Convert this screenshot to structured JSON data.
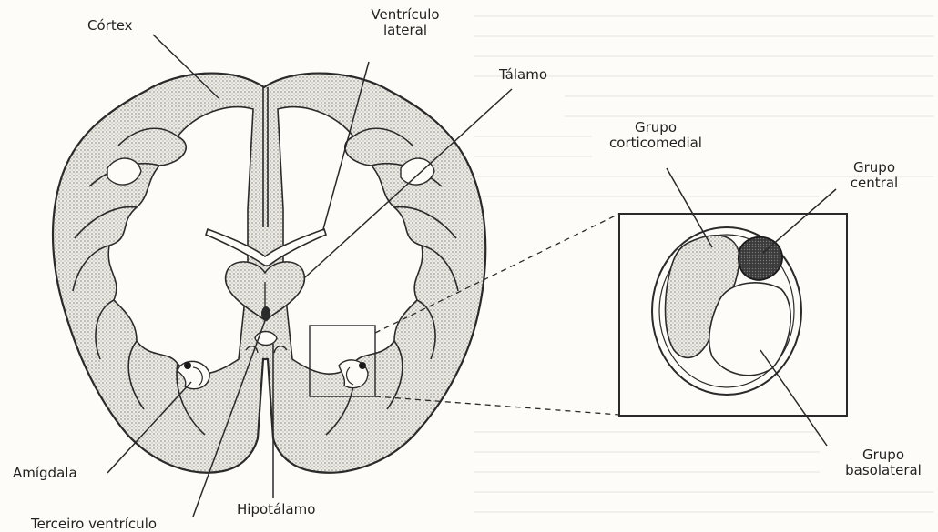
{
  "labels": {
    "cortex": "Córtex",
    "ventriculo_lateral_1": "Ventrículo",
    "ventriculo_lateral_2": "lateral",
    "talamo": "Tálamo",
    "grupo_corticomedial_1": "Grupo",
    "grupo_corticomedial_2": "corticomedial",
    "grupo_central_1": "Grupo",
    "grupo_central_2": "central",
    "grupo_basolateral_1": "Grupo",
    "grupo_basolateral_2": "basolateral",
    "amigdala": "Amígdala",
    "hipotalamo": "Hipotálamo",
    "terceiro_ventriculo": "Terceiro ventrículo"
  },
  "colors": {
    "ink": "#2a2a2a",
    "stipple": "#9a9890",
    "background": "#fdfcf8",
    "faint_text": "#e6e4dc"
  }
}
